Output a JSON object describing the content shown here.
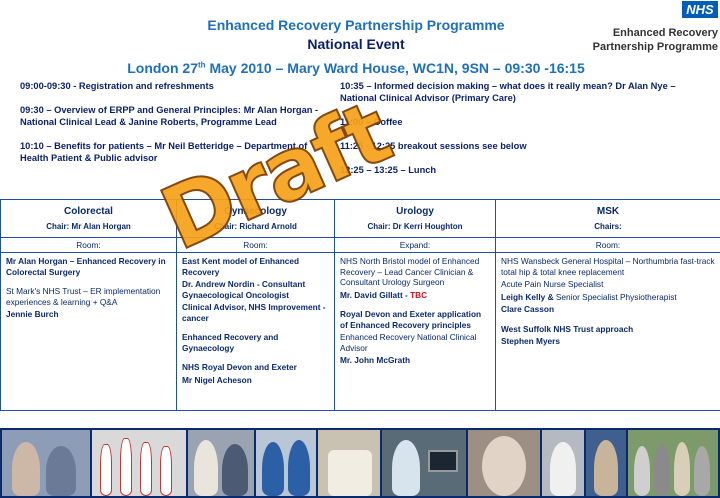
{
  "header": {
    "line1": "Enhanced Recovery Partnership Programme",
    "line2": "National Event",
    "line3_part1": "London 27",
    "line3_sup": "th",
    "line3_part2": " May 2010 – Mary Ward House, WC1N, 9SN – 09:30 -16:15",
    "nhs_logo": "NHS",
    "brand_line1": "Enhanced Recovery",
    "brand_line2": "Partnership Programme"
  },
  "schedule_left": [
    "09:00-09:30 - Registration and refreshments",
    "09:30 – Overview of ERPP and General Principles: Mr Alan Horgan - National Clinical Lead & Janine Roberts, Programme Lead",
    "10:10 – Benefits for patients – Mr Neil Betteridge – Department of Health Patient & Public advisor"
  ],
  "schedule_right": [
    "10:35 – Informed decision making – what does it really mean? Dr Alan Nye – National Clinical Advisor (Primary Care)",
    "11:00 – Coffee",
    "11:25 - 12:25 breakout sessions see below",
    "12:25 – 13:25 – Lunch"
  ],
  "watermark": "Draft",
  "sessions": {
    "columns": [
      {
        "title": "Colorectal",
        "chair": "Chair: Mr Alan Horgan",
        "room": "Room:"
      },
      {
        "title": "Gynaecology",
        "chair": "Chair: Richard Arnold",
        "room": "Room:"
      },
      {
        "title": "Urology",
        "chair": "Chair: Dr Kerri Houghton",
        "room": "Expand:"
      },
      {
        "title": "MSK",
        "chair": "Chairs:",
        "room": "Room:"
      }
    ],
    "colorectal": {
      "t1": "Mr Alan Horgan – Enhanced Recovery in Colorectal Surgery",
      "t2": "St Mark's NHS Trust – ER implementation experiences & learning + Q&A",
      "t3": "Jennie Burch"
    },
    "gynaecology": {
      "t1": "East Kent model of Enhanced Recovery",
      "t2": "Dr. Andrew Nordin - Consultant Gynaecological Oncologist",
      "t3": "Clinical Advisor, NHS Improvement - cancer",
      "t4": "Enhanced Recovery and Gynaecology",
      "t5": "NHS Royal Devon and Exeter",
      "t6": "Mr Nigel Acheson"
    },
    "urology": {
      "t1": "NHS North Bristol model of Enhanced Recovery – Lead Cancer Clinician & Consultant Urology Surgeon",
      "t2": "Mr. David Gillatt - ",
      "t2_tbc": "TBC",
      "t3": "Royal Devon and Exeter application of Enhanced Recovery principles",
      "t4": "Enhanced Recovery National Clinical Advisor",
      "t5": "Mr. John McGrath"
    },
    "msk": {
      "t1": "NHS Wansbeck General Hospital – Northumbria fast-track total hip & total knee replacement",
      "t2": "Acute Pain Nurse Specialist",
      "t3a": "Leigh Kelly & ",
      "t3b": "Senior Specialist Physiotherapist",
      "t4": "Clare Casson",
      "t5": "West Suffolk NHS Trust approach",
      "t6": "Stephen Myers"
    }
  },
  "colors": {
    "title_blue": "#1f6fbf",
    "dark_navy": "#0a1f6b",
    "nhs_blue": "#005eb8",
    "draft_orange": "#f6a21a",
    "tbc_red": "#d0111b",
    "photo_strip": "#0b2a6e"
  }
}
